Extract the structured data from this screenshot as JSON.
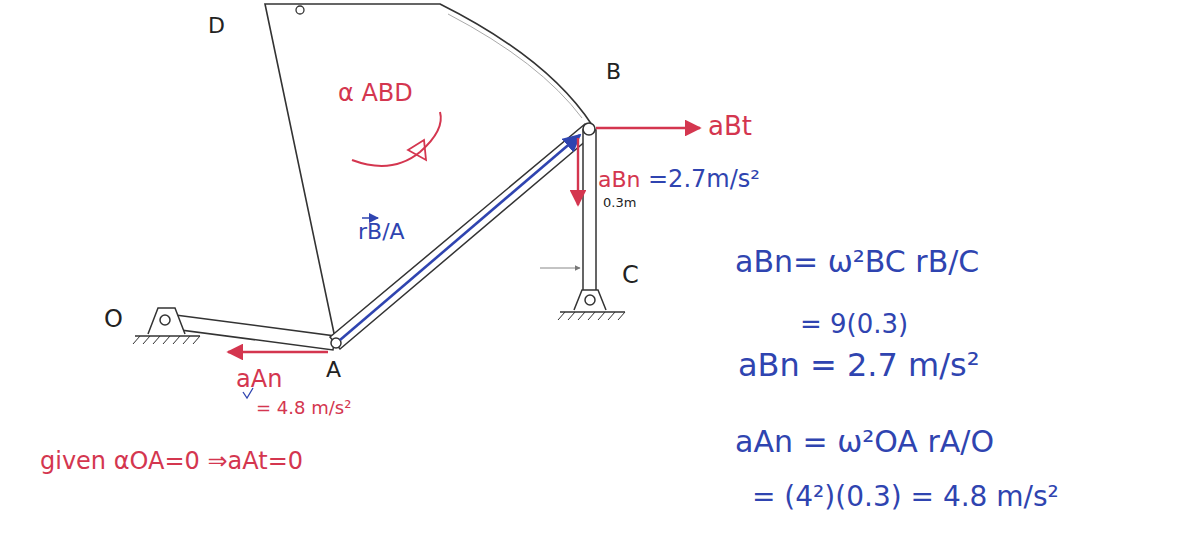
{
  "diagram": {
    "labels": [
      "D",
      "α ABD",
      "B",
      "aBt",
      "rB/A",
      "aBn",
      "=2.7m/s²",
      "0.3m",
      "O",
      "C",
      "aAn",
      "A",
      "= 4.8 m/s²",
      "given αOA=0 ⇒aAt=0",
      "aBn= ω²BC rB/C",
      "= 9(0.3)",
      "aBn = 2.7 m/s²",
      "aAn = ω²OA rA/O",
      "= (4²)(0.3) = 4.8 m/s²"
    ]
  }
}
